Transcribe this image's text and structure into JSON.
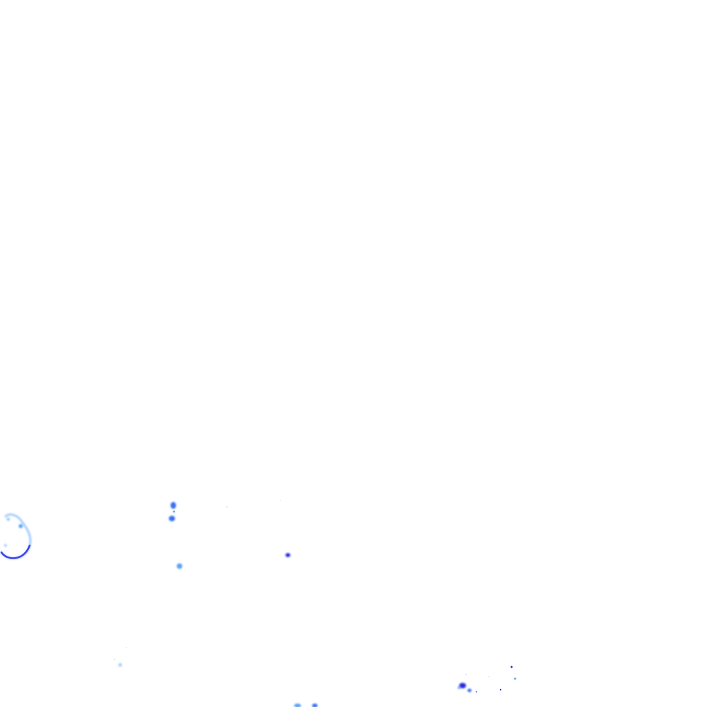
{
  "layer": {
    "kind": "precipitation-radar-overlay",
    "background": "#ffffff"
  },
  "palette": {
    "light": "#9ecbff",
    "medium": "#5aa0f5",
    "strong": "#3a6ef0",
    "heavy": "#2a2ee0",
    "outline": "#3f3fe6"
  },
  "cells": [
    {
      "id": "ring-west",
      "intensity": "medium"
    },
    {
      "id": "column-west",
      "intensity": "strong"
    },
    {
      "id": "cell-center",
      "intensity": "heavy"
    },
    {
      "id": "cell-south-small",
      "intensity": "light"
    },
    {
      "id": "cluster-south",
      "intensity": "strong"
    },
    {
      "id": "cluster-southeast",
      "intensity": "heavy"
    }
  ]
}
